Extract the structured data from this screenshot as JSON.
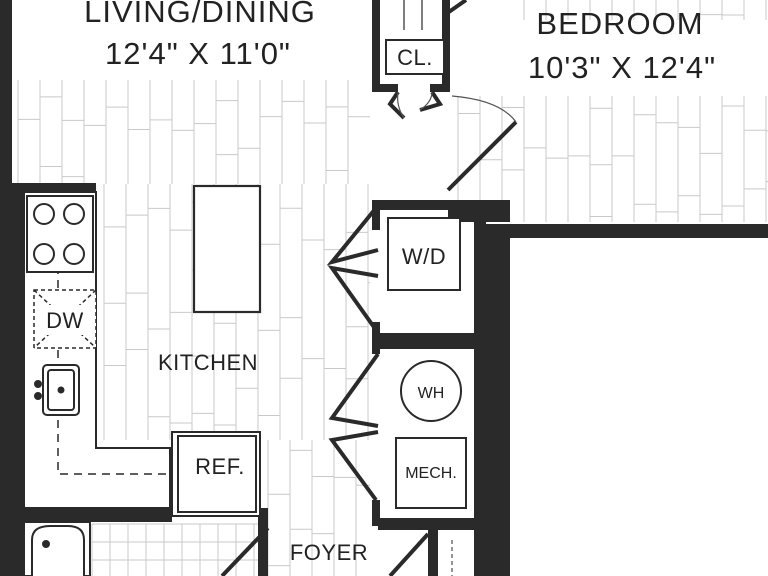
{
  "colors": {
    "wall": "#2a2a2a",
    "floor_lines": "#c9c9c9",
    "background": "#ffffff",
    "ink": "#222222"
  },
  "rooms": {
    "living": {
      "name": "LIVING/DINING",
      "dims": "12'4\" X 11'0\""
    },
    "bedroom": {
      "name": "BEDROOM",
      "dims": "10'3\" X 12'4\""
    },
    "kitchen": {
      "name": "KITCHEN"
    },
    "foyer": {
      "name": "FOYER"
    }
  },
  "fixtures": {
    "closet": "CL.",
    "washer_dryer": "W/D",
    "dishwasher": "DW",
    "water_heater": "WH",
    "mechanical": "MECH.",
    "refrigerator": "REF."
  }
}
